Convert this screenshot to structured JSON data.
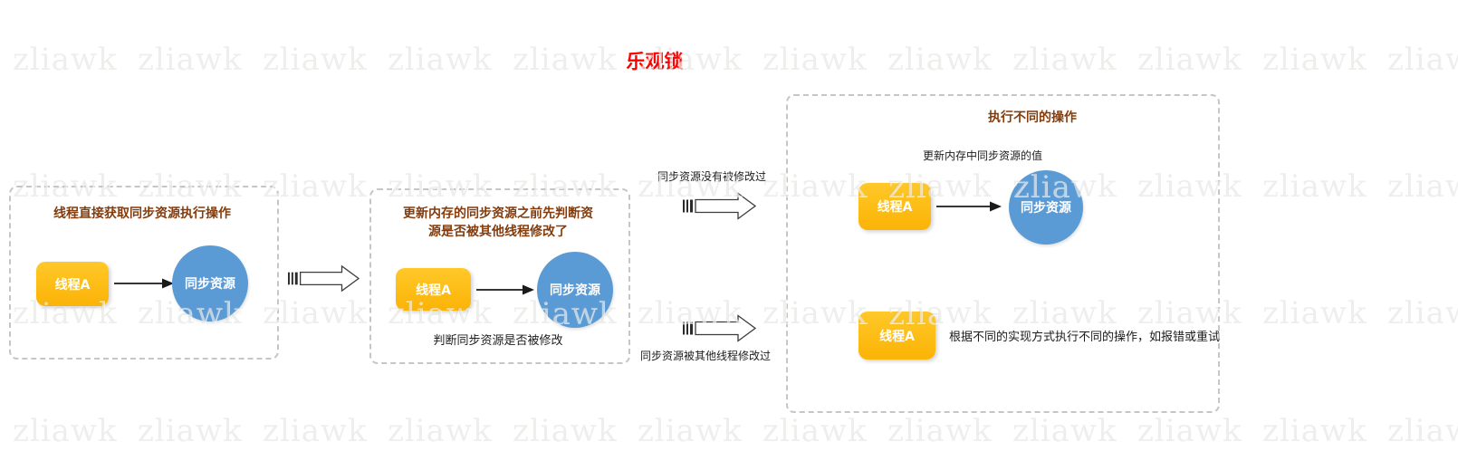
{
  "title": {
    "text": "乐观锁"
  },
  "watermark": {
    "text": "zliawk"
  },
  "colors": {
    "red": "#fe0000",
    "brown": "#843c0c",
    "orange": "#ffc000",
    "blue": "#5b9bd5",
    "border": "#c6c6c6"
  },
  "stages": [
    {
      "caption": "线程直接获取同步资源执行操作",
      "thread": "线程A",
      "resource": "同步资源"
    },
    {
      "caption_line1": "更新内存的同步资源之前先判断资",
      "caption_line2": "源是否被其他线程修改了",
      "thread": "线程A",
      "resource": "同步资源",
      "note": "判断同步资源是否被修改"
    },
    {
      "caption": "执行不同的操作",
      "branch_success": {
        "note": "更新内存中同步资源的值",
        "thread": "线程A",
        "resource": "同步资源"
      },
      "branch_fail": {
        "thread": "线程A",
        "note": "根据不同的实现方式执行不同的操作，如报错或重试"
      }
    }
  ],
  "transitions": {
    "not_modified_label": "同步资源没有被修改过",
    "modified_label": "同步资源被其他线程修改过"
  }
}
